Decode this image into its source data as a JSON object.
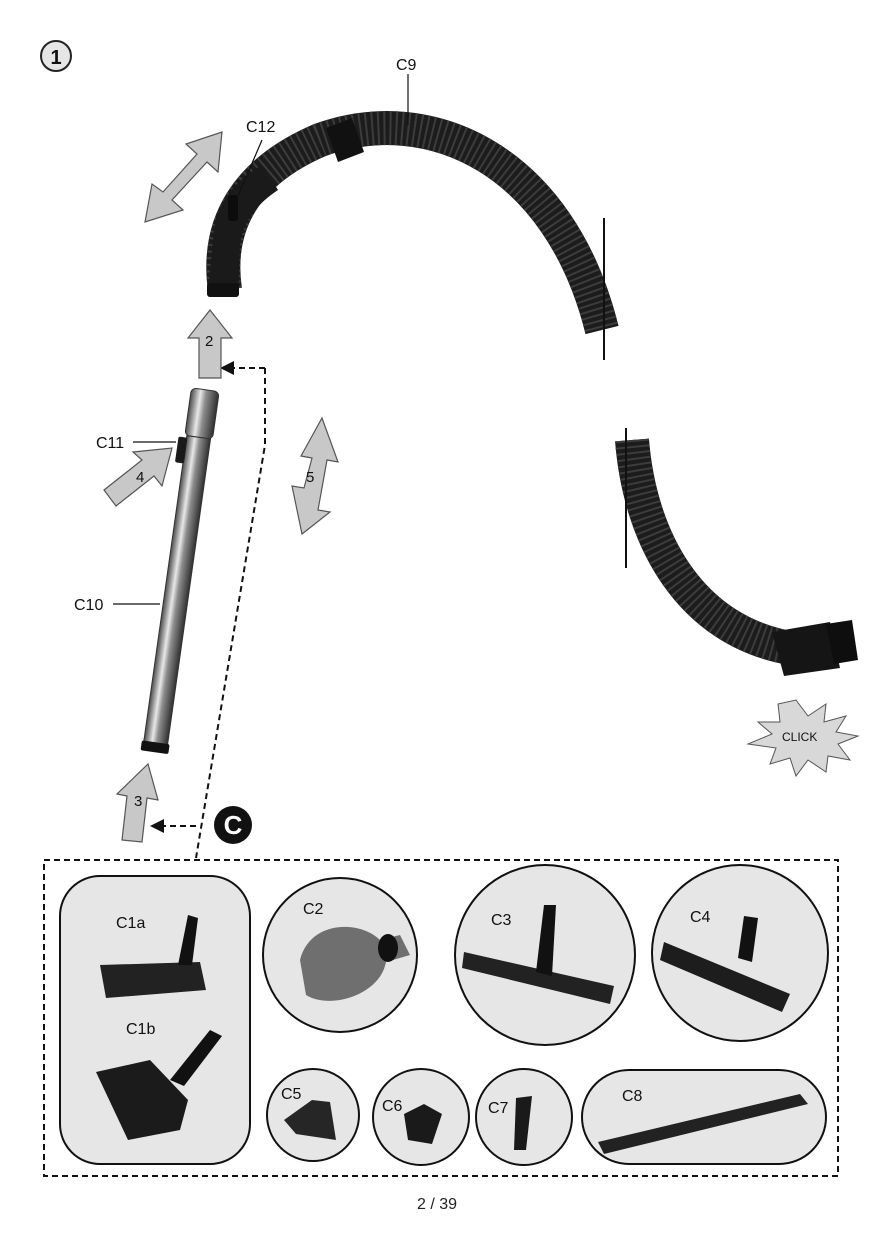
{
  "step_number": "1",
  "section_letter": "C",
  "page_indicator": "2 / 39",
  "click_text": "CLICK",
  "part_labels": {
    "c9": "C9",
    "c12": "C12",
    "c11": "C11",
    "c10": "C10"
  },
  "arrow_numbers": {
    "a2": "2",
    "a3": "3",
    "a4": "4",
    "a5": "5"
  },
  "accessories": {
    "c1a": "C1a",
    "c1b": "C1b",
    "c2": "C2",
    "c3": "C3",
    "c4": "C4",
    "c5": "C5",
    "c6": "C6",
    "c7": "C7",
    "c8": "C8"
  },
  "colors": {
    "hose": "#1f1f1f",
    "arrow_fill": "#c8c8c8",
    "panel_bg": "#e6e6e6",
    "tube": "#9a9a9a"
  }
}
